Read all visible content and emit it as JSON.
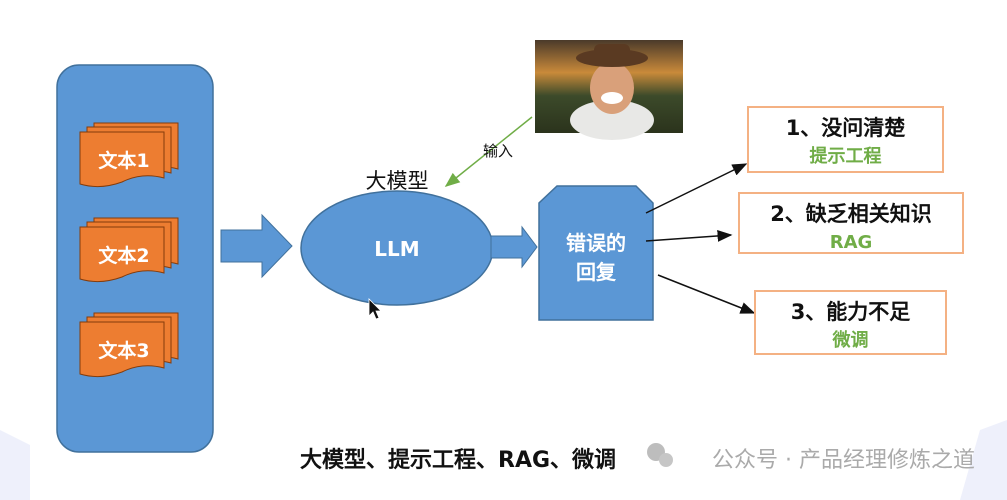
{
  "documents": [
    {
      "label": "文本1"
    },
    {
      "label": "文本2"
    },
    {
      "label": "文本3"
    }
  ],
  "model": {
    "title": "大模型",
    "label": "LLM"
  },
  "input_label": "输入",
  "output_box": {
    "line1": "错误的",
    "line2": "回复"
  },
  "reasons": [
    {
      "title": "1、没问清楚",
      "solution": "提示工程"
    },
    {
      "title": "2、缺乏相关知识",
      "solution": "RAG"
    },
    {
      "title": "3、能力不足",
      "solution": "微调"
    }
  ],
  "caption": "大模型、提示工程、RAG、微调",
  "watermark": "公众号 · 产品经理修炼之道",
  "colors": {
    "blue": "#5b97d5",
    "orange": "#ed7d31",
    "green": "#70ad47",
    "box_border": "#f4b183"
  }
}
